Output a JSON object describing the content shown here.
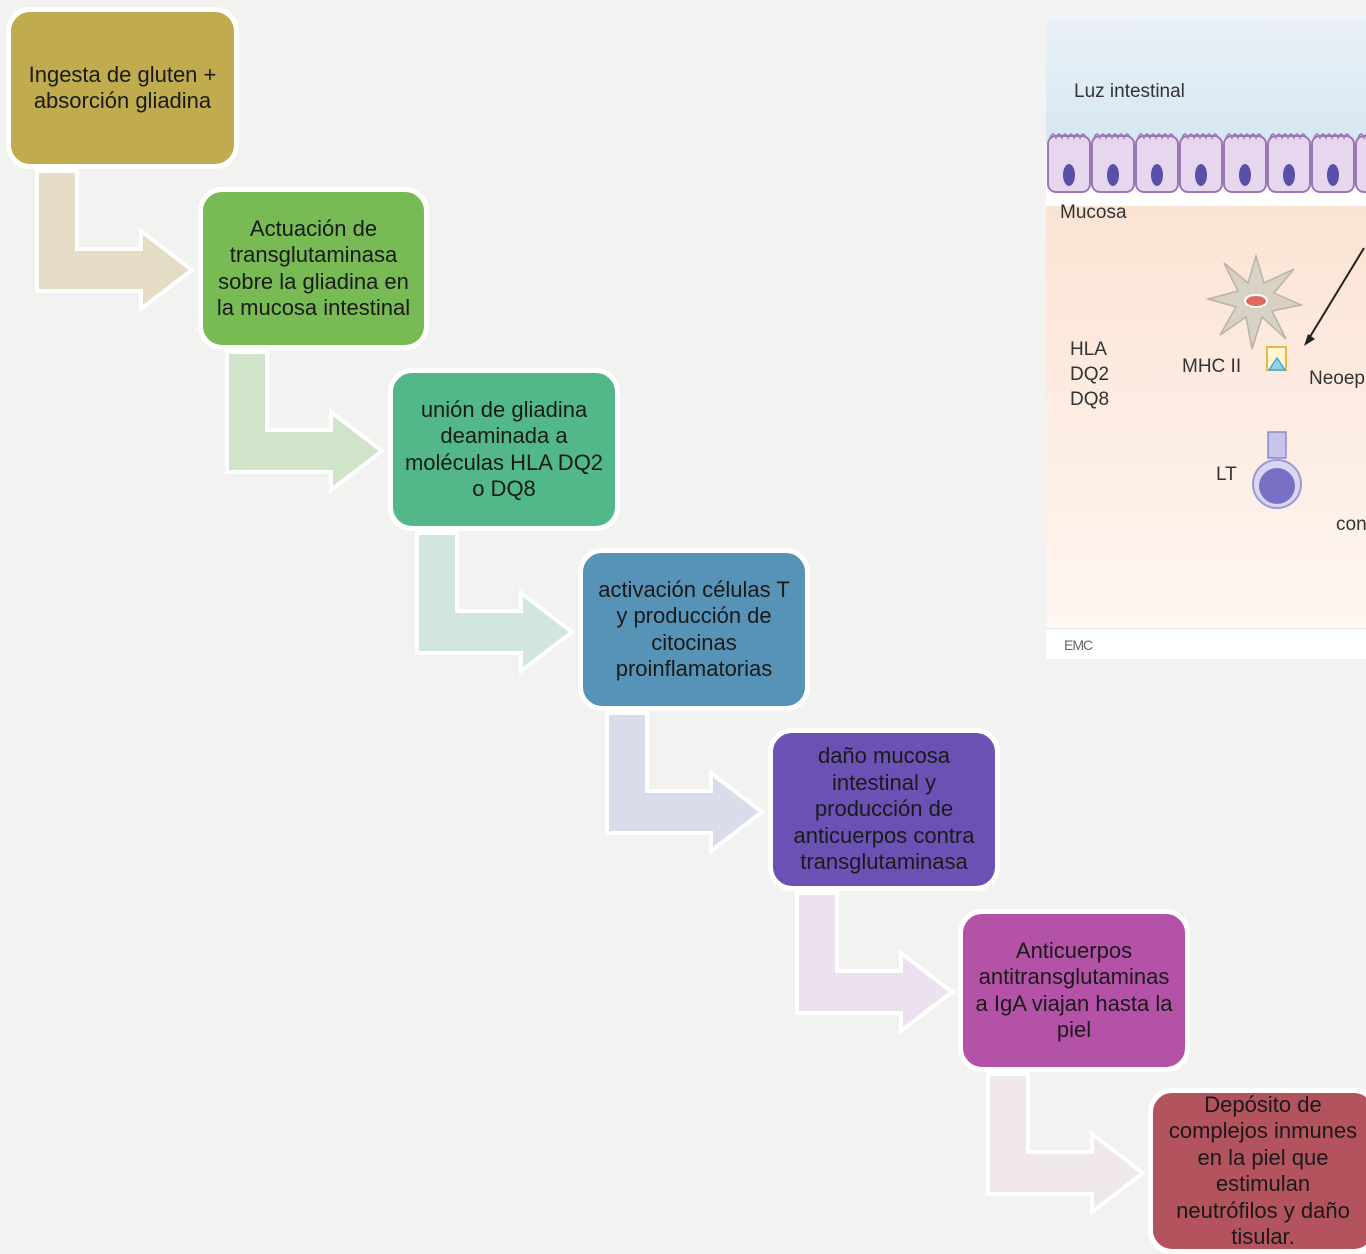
{
  "flow": {
    "steps": [
      {
        "text": "Ingesta de gluten +\nabsorción gliadina",
        "color": "#c0ab4e"
      },
      {
        "text": "Actuación de\ntransglutaminasa\nsobre la gliadina en\nla mucosa intestinal",
        "color": "#78bb55"
      },
      {
        "text": "unión de gliadina\ndeaminada a\nmoléculas HLA DQ2\no DQ8",
        "color": "#52b88a"
      },
      {
        "text": "activación células T\ny producción de\ncitocinas\nproinflamatorias",
        "color": "#5693b7"
      },
      {
        "text": "daño mucosa\nintestinal y\nproducción de\nanticuerpos contra\ntransglutaminasa",
        "color": "#6c51b5"
      },
      {
        "text": "Anticuerpos\nantitransglutaminas\na IgA viajan hasta la\npiel",
        "color": "#b452a8"
      },
      {
        "text": "Depósito de\ncomplejos inmunes\nen la piel que\nestimulan\nneutrófilos y daño\ntisular.",
        "color": "#b3535e"
      }
    ],
    "arrow_colors": [
      "#e5dcc5",
      "#cfe4c8",
      "#d1e6e0",
      "#d9dcea",
      "#ece1ef",
      "#efe7e8"
    ]
  },
  "inset": {
    "lumen_label": "Luz intestinal",
    "mucosa_label": "Mucosa",
    "hla_label": "HLA\nDQ2\nDQ8",
    "mhc_label": "MHC II",
    "neoep_label": "Neoep",
    "lt_label": "LT",
    "con_label": "con",
    "logo_text": "EMC"
  }
}
